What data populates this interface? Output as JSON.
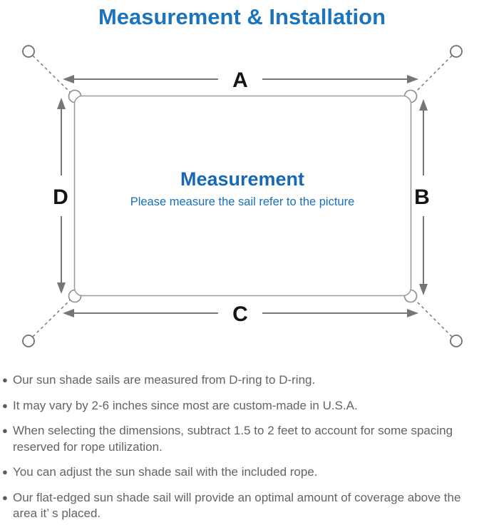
{
  "title": "Measurement & Installation",
  "colors": {
    "title_blue": "#1b74bc",
    "diagram_text_blue": "#1769b4",
    "note_text_gray": "#636363",
    "outline_gray": "#9b9b9b",
    "arrow_gray": "#767676"
  },
  "diagram": {
    "center_heading": "Measurement",
    "center_subtitle": "Please measure the sail refer to the picture",
    "labels": {
      "top": "A",
      "right": "B",
      "bottom": "C",
      "left": "D"
    }
  },
  "bullet_glyph": "●",
  "notes": [
    "Our sun shade sails are measured from D-ring to D-ring.",
    "It may vary by 2-6 inches since most are custom-made in U.S.A.",
    "When selecting the dimensions, subtract 1.5 to 2 feet to account for some spacing reserved for rope utilization.",
    "You can adjust the sun shade sail with the included rope.",
    "Our flat-edged sun shade sail will provide an optimal amount of coverage above the area it’ s placed."
  ]
}
